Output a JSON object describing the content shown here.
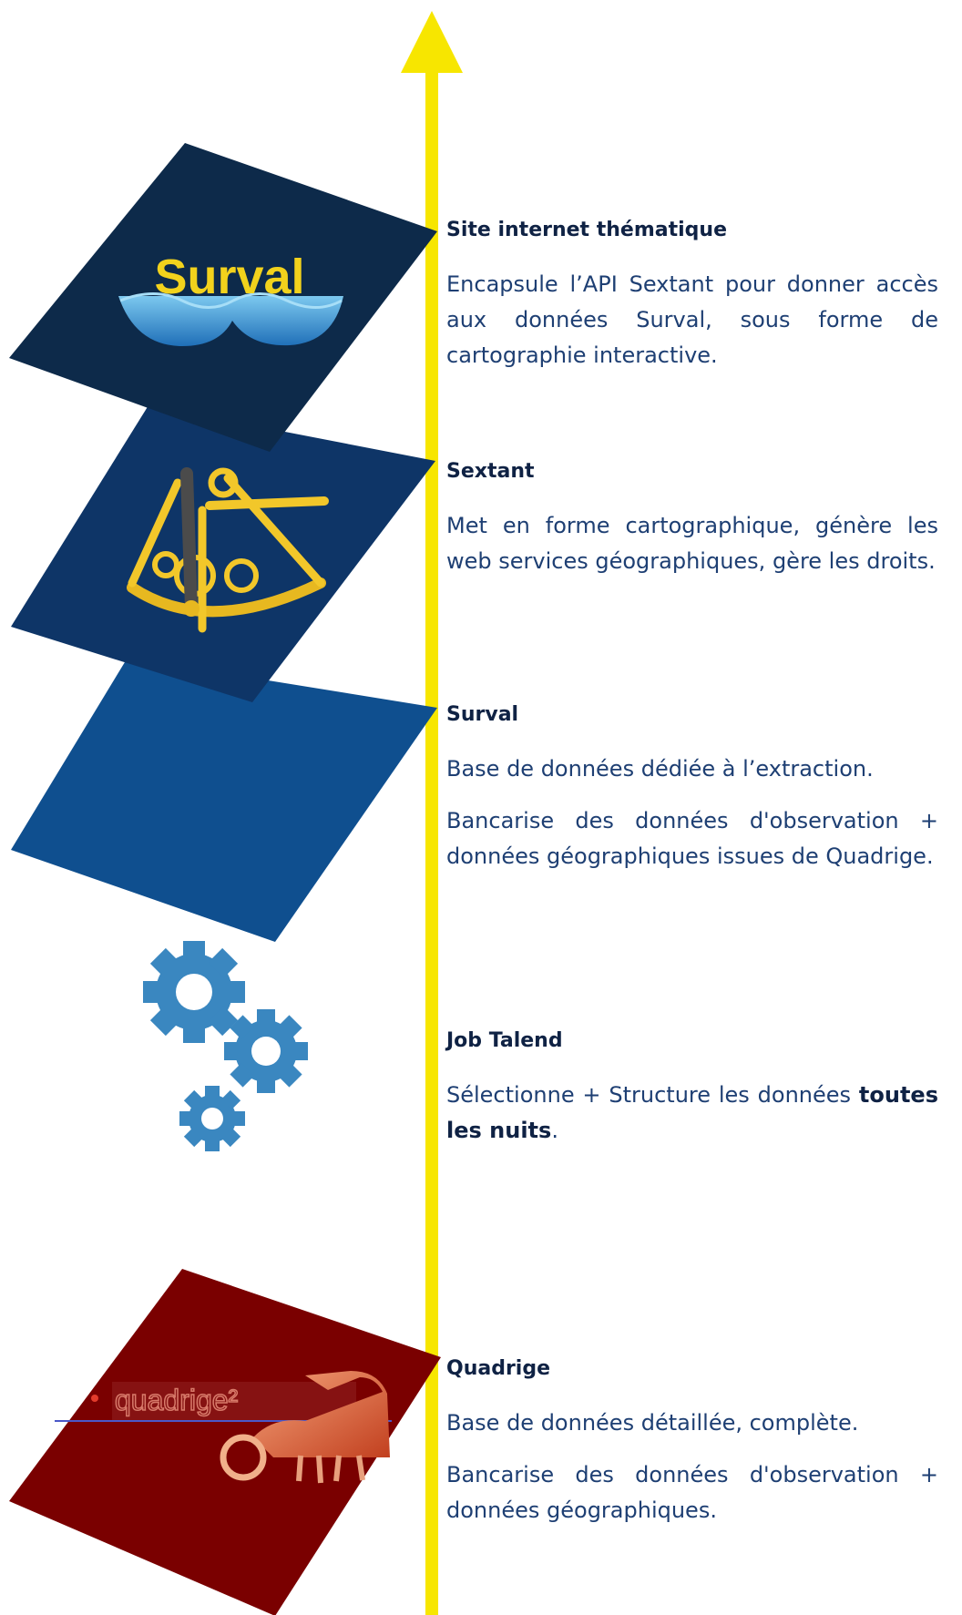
{
  "colors": {
    "axis": "#f7e600",
    "survalLayer": "#0d2a4a",
    "sextantLayer": "#0e3567",
    "databaseLayer": "#0f4f8f",
    "quadrigeLayer": "#7a0000",
    "gear": "#3a87c0",
    "title": "#0f2244",
    "text": "#1e3f73"
  },
  "layers": [
    {
      "id": "site",
      "logo_text": "Surval",
      "title": "Site internet thématique",
      "paragraphs": [
        "Encapsule l’API Sextant pour donner accès aux données Surval, sous forme de cartographie interactive."
      ]
    },
    {
      "id": "sextant",
      "title": "Sextant",
      "paragraphs": [
        "Met en forme cartographique, génère les web services géographiques, gère les droits."
      ]
    },
    {
      "id": "surval",
      "title": "Surval",
      "paragraphs": [
        "Base de données dédiée à l’extraction.",
        "Bancarise des données d'observation + données géographiques issues de Quadrige."
      ]
    },
    {
      "id": "talend",
      "title": "Job Talend",
      "paragraphs": [
        "Sélectionne + Structure les données"
      ],
      "emphasis": "toutes les nuits",
      "emphasis_suffix": "."
    },
    {
      "id": "quadrige",
      "logo_text": "quadrige²",
      "title": "Quadrige",
      "paragraphs": [
        "Base de données détaillée, complète.",
        "Bancarise des données d'observation + données géographiques."
      ]
    }
  ]
}
